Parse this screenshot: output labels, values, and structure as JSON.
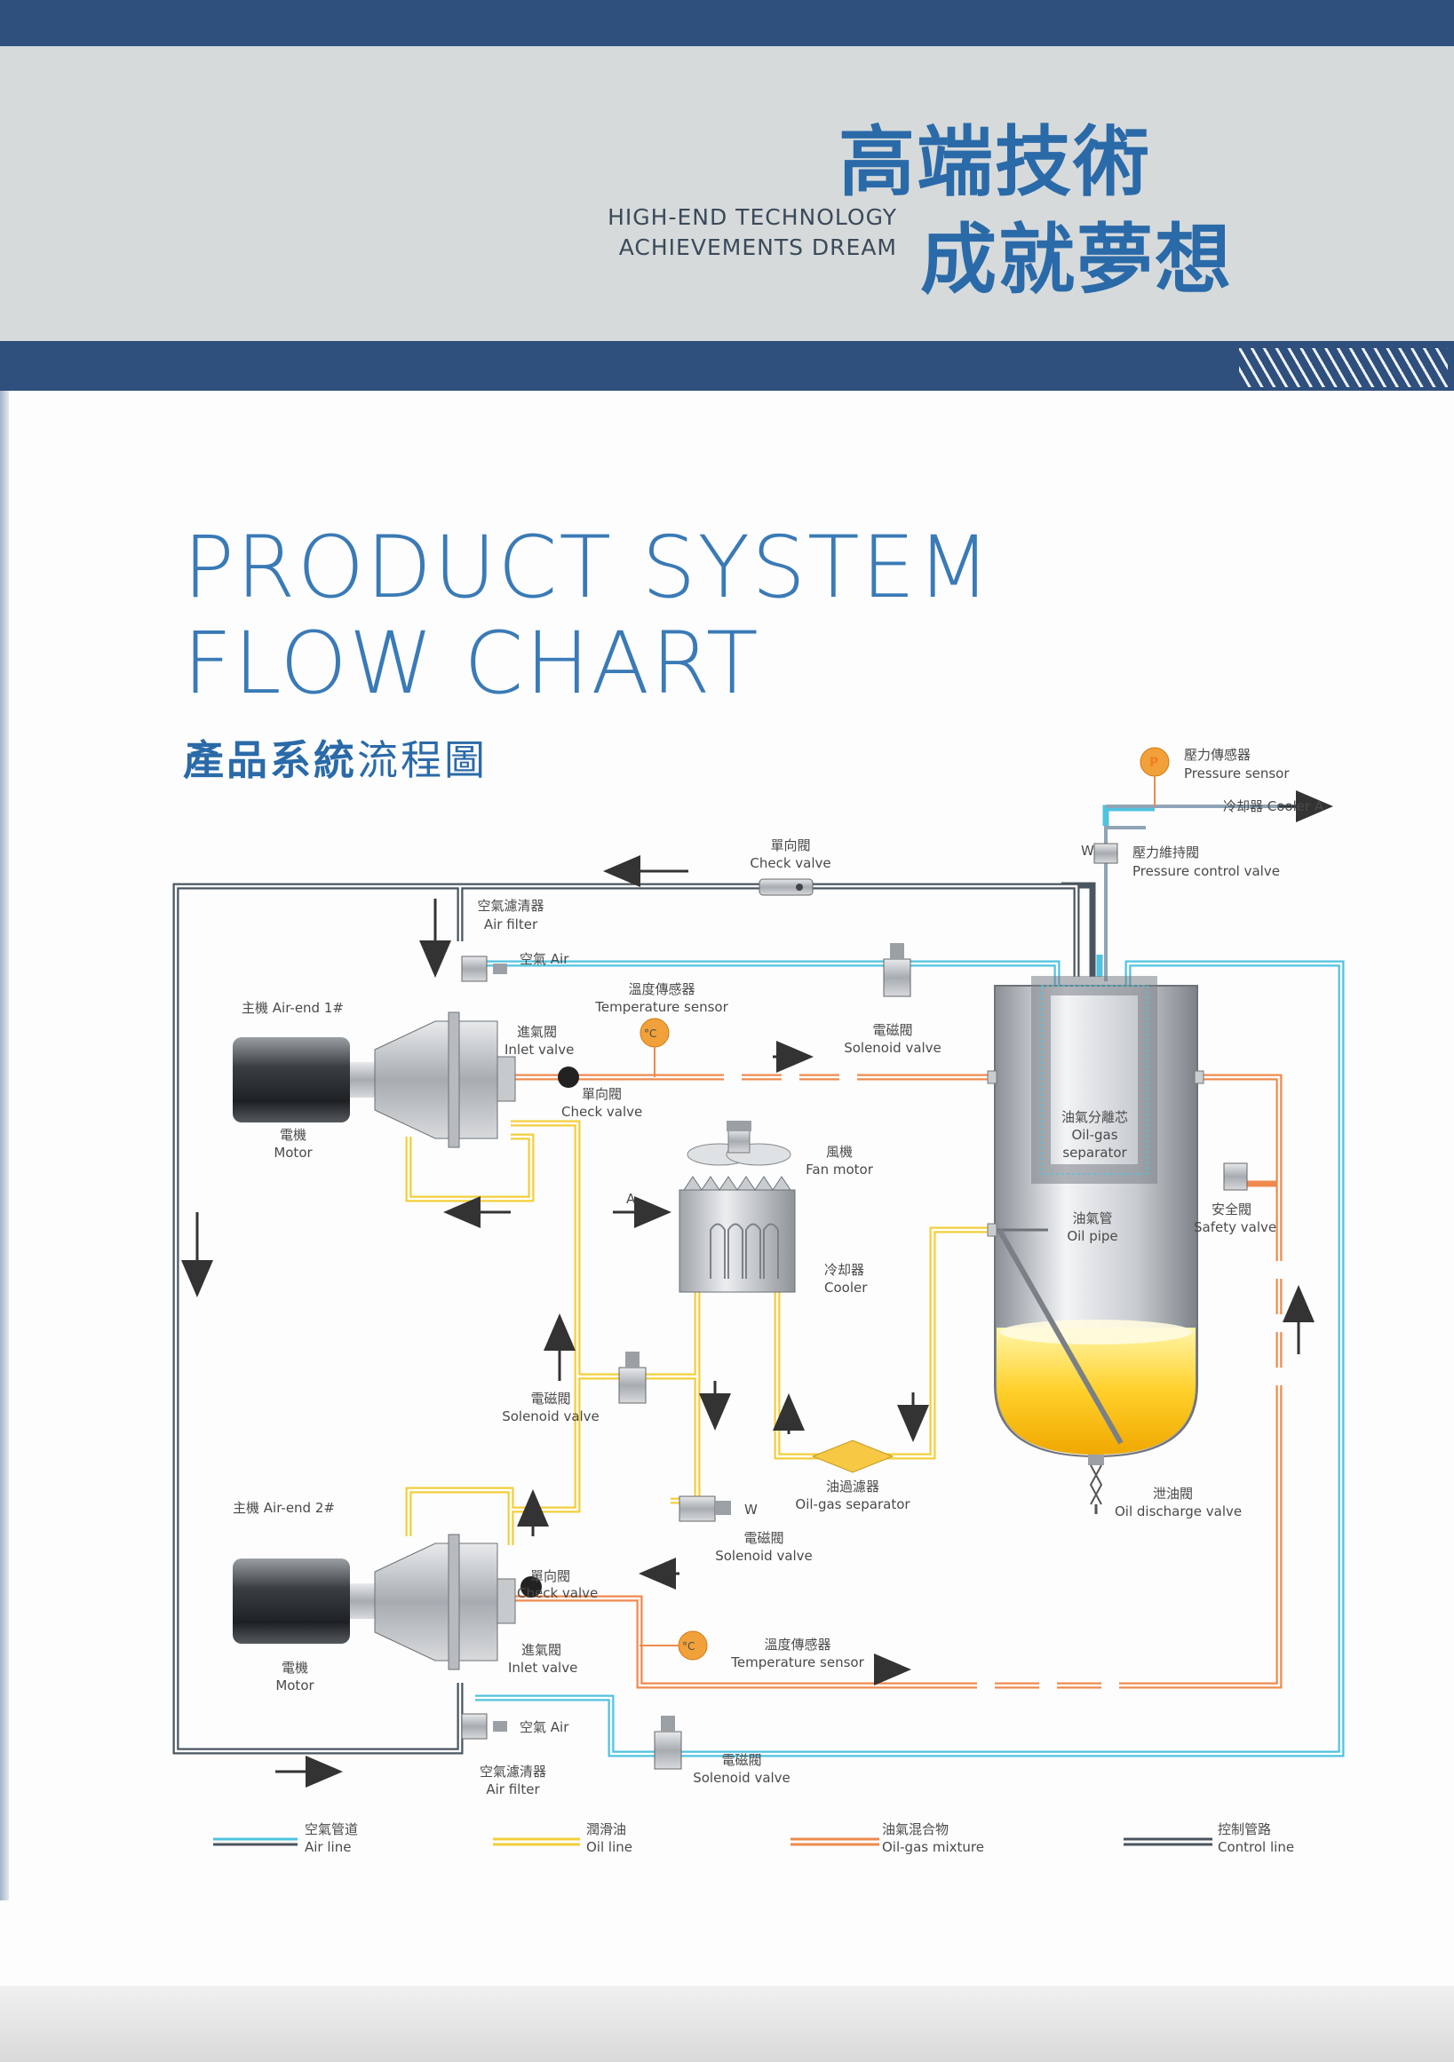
{
  "header": {
    "cjk_line1": "高端技術",
    "cjk_line2": "成就夢想",
    "en_line1": "HIGH-END TECHNOLOGY",
    "en_line2": "ACHIEVEMENTS DREAM"
  },
  "title": {
    "line1": "PRODUCT SYSTEM",
    "line2": "FLOW CHART",
    "cjk_a": "產品系統",
    "cjk_b": "流程圖"
  },
  "labels": {
    "pressure_sensor_cn": "壓力傳感器",
    "pressure_sensor_en": "Pressure sensor",
    "cooler_a": "冷却器 Cooler A",
    "pressure_ctrl_cn": "壓力維持閥",
    "pressure_ctrl_en": "Pressure control valve",
    "check_top_cn": "單向閥",
    "check_top_en": "Check valve",
    "air_filter1_cn": "空氣濾清器",
    "air_filter1_en": "Air filter",
    "air1": "空氣 Air",
    "temp1_cn": "溫度傳感器",
    "temp1_en": "Temperature sensor",
    "sol1_cn": "電磁閥",
    "sol1_en": "Solenoid valve",
    "airend1": "主機 Air-end 1#",
    "inlet1_cn": "進氣閥",
    "inlet1_en": "Inlet valve",
    "check1_cn": "單向閥",
    "check1_en": "Check valve",
    "motor1_cn": "電機",
    "motor1_en": "Motor",
    "sep_cn": "油氣分離芯",
    "sep_en1": "Oil-gas",
    "sep_en2": "separator",
    "fan_cn": "風機",
    "fan_en": "Fan motor",
    "a_label": "A",
    "safety_cn": "安全閥",
    "safety_en": "Safety valve",
    "oilpipe_cn": "油氣管",
    "oilpipe_en": "Oil pipe",
    "cooler_cn": "冷却器",
    "cooler_en": "Cooler",
    "sol2_cn": "電磁閥",
    "sol2_en": "Solenoid valve",
    "oilfilter_cn": "油過濾器",
    "oilfilter_en": "Oil-gas separator",
    "discharge_cn": "泄油閥",
    "discharge_en": "Oil discharge valve",
    "airend2": "主機 Air-end 2#",
    "w_label": "W",
    "sol3_cn": "電磁閥",
    "sol3_en": "Solenoid valve",
    "check2_cn": "單向閥",
    "check2_en": "Check valve",
    "inlet2_cn": "進氣閥",
    "inlet2_en": "Inlet valve",
    "temp2_cn": "溫度傳感器",
    "temp2_en": "Temperature sensor",
    "motor2_cn": "電機",
    "motor2_en": "Motor",
    "air2": "空氣 Air",
    "air_filter2_cn": "空氣濾清器",
    "air_filter2_en": "Air filter",
    "sol4_cn": "電磁閥",
    "sol4_en": "Solenoid valve",
    "t_symbol": "°C",
    "p_symbol": "P"
  },
  "legend": [
    {
      "cn": "空氣管道",
      "en": "Air line",
      "color": "#4fc3e0"
    },
    {
      "cn": "潤滑油",
      "en": "Oil line",
      "color": "#f2cf3a"
    },
    {
      "cn": "油氣混合物",
      "en": "Oil-gas mixture",
      "color": "#ee8a4e"
    },
    {
      "cn": "控制管路",
      "en": "Control line",
      "color": "#4a5560"
    }
  ],
  "colors": {
    "air": "#4fc3e0",
    "oil": "#f2cf3a",
    "mix": "#ee8a4e",
    "control": "#4a5560",
    "brand": "#2a6aa8",
    "header_bar": "#2f4f7c"
  }
}
